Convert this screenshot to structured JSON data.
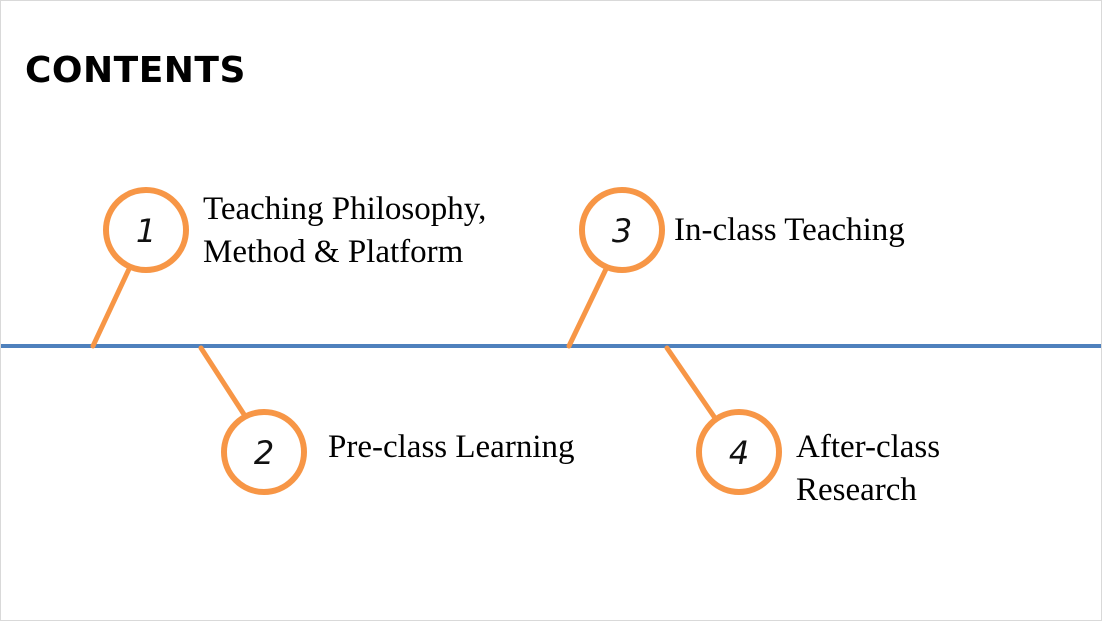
{
  "slide": {
    "title": "CONTENTS"
  },
  "timeline": {
    "line_color": "#4f81bd",
    "accent_color": "#f79646",
    "items": [
      {
        "number": "1",
        "lines": [
          "Teaching Philosophy,",
          "Method & Platform"
        ],
        "position": "above"
      },
      {
        "number": "2",
        "lines": [
          "Pre-class Learning"
        ],
        "position": "below"
      },
      {
        "number": "3",
        "lines": [
          "In-class Teaching"
        ],
        "position": "above"
      },
      {
        "number": "4",
        "lines": [
          "After-class",
          "Research"
        ],
        "position": "below"
      }
    ]
  }
}
